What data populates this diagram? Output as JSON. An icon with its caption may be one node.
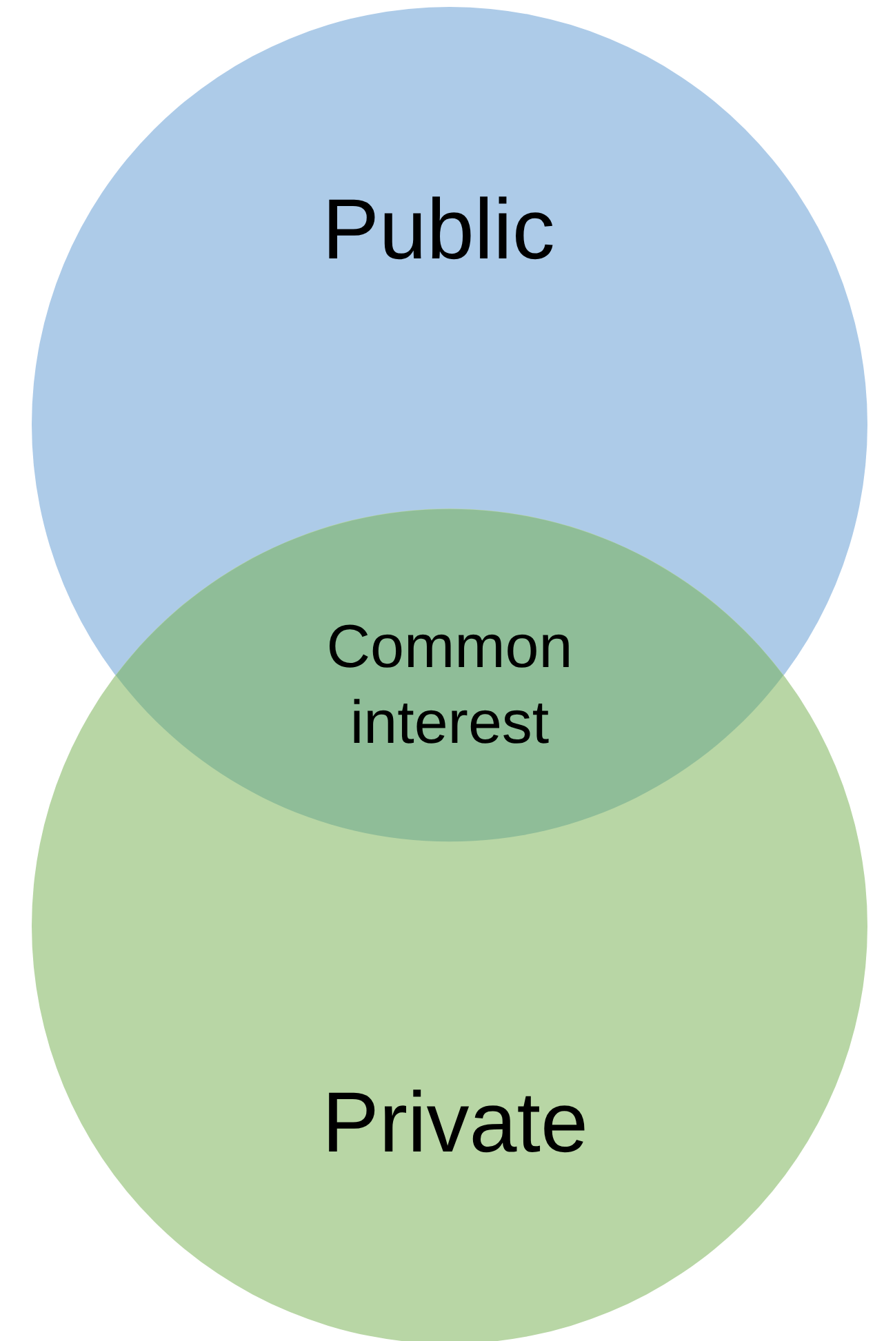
{
  "diagram": {
    "nodes": [
      {
        "text": [
          "Public"
        ]
      },
      {
        "text": [
          "Private"
        ]
      },
      {
        "text": [
          "Common interest"
        ]
      }
    ],
    "edges": []
  }
}
